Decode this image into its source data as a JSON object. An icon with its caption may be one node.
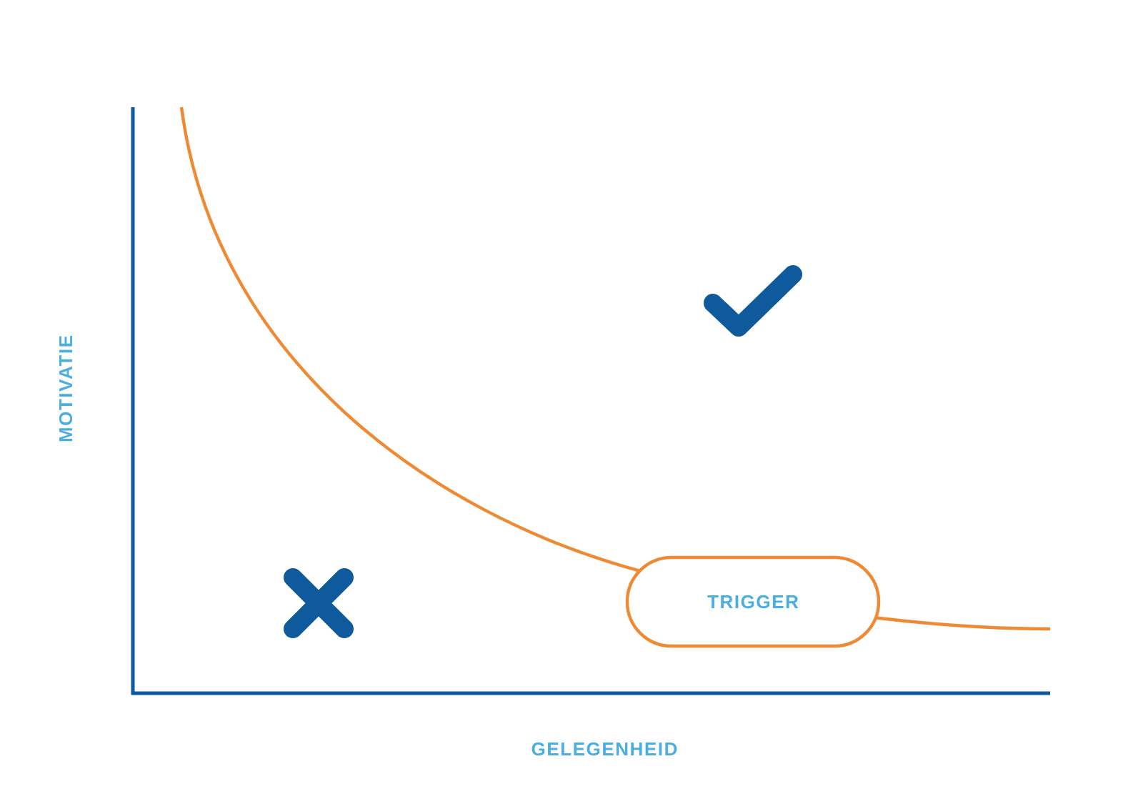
{
  "diagram": {
    "nodes": [
      {
        "text": [
          "TRIGGER"
        ]
      }
    ],
    "labels": [
      "MOTIVATIE",
      "GELEGENHEID"
    ]
  }
}
